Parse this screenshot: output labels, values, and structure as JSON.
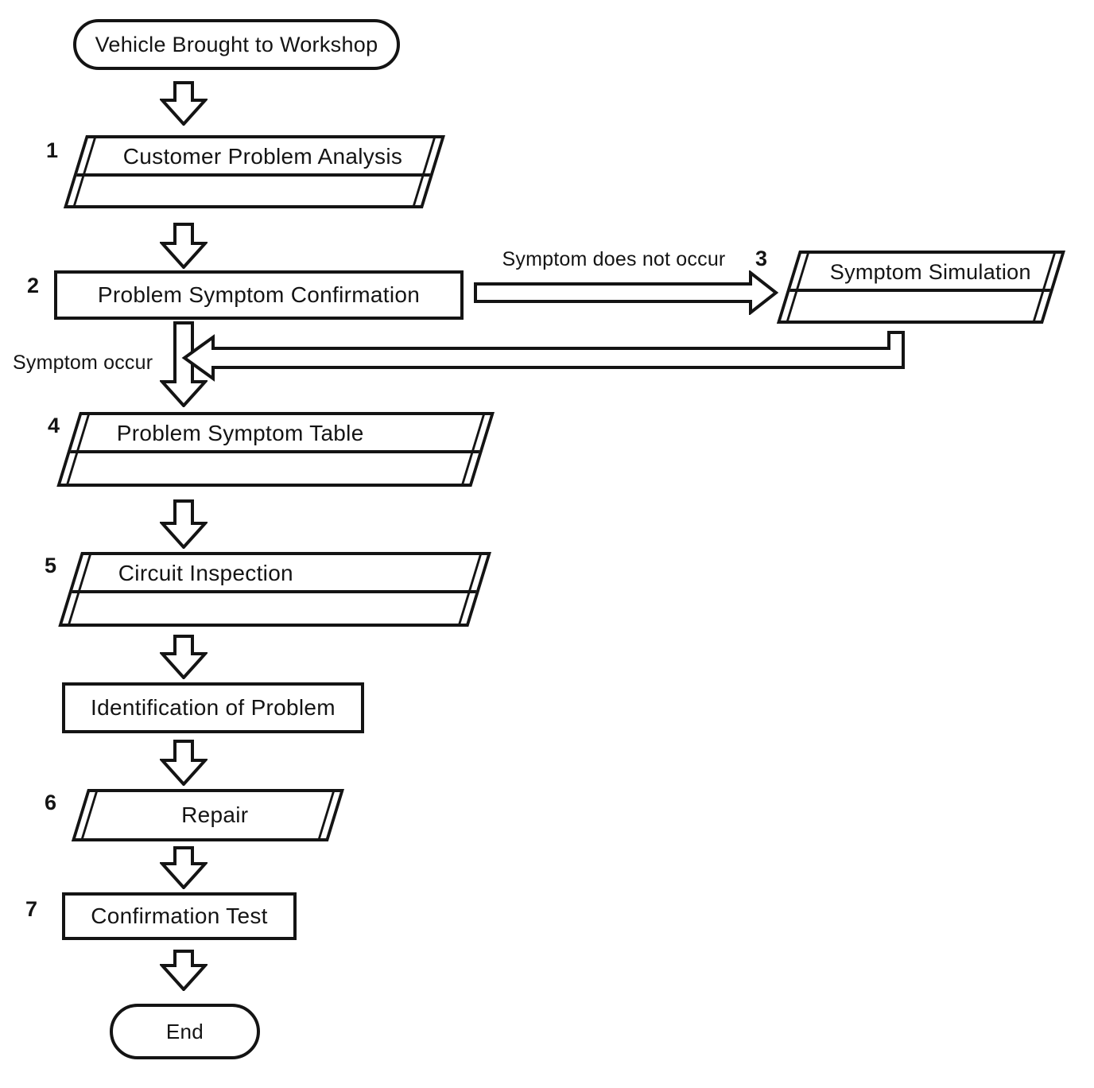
{
  "diagram": {
    "background_color": "#ffffff",
    "line_color": "#141414",
    "nodes": {
      "start": {
        "type": "terminator",
        "label": "Vehicle Brought to Workshop"
      },
      "customer_problem_analysis": {
        "type": "data-table",
        "number": "1",
        "label": "Customer Problem Analysis"
      },
      "problem_symptom_confirmation": {
        "type": "process",
        "number": "2",
        "label": "Problem Symptom Confirmation"
      },
      "symptom_simulation": {
        "type": "data-table",
        "number": "3",
        "label": "Symptom Simulation"
      },
      "problem_symptom_table": {
        "type": "data-table",
        "number": "4",
        "label": "Problem Symptom Table"
      },
      "circuit_inspection": {
        "type": "data-table",
        "number": "5",
        "label": "Circuit Inspection"
      },
      "identification_of_problem": {
        "type": "process",
        "label": "Identification of Problem"
      },
      "repair": {
        "type": "data",
        "number": "6",
        "label": "Repair"
      },
      "confirmation_test": {
        "type": "process",
        "number": "7",
        "label": "Confirmation Test"
      },
      "end": {
        "type": "terminator",
        "label": "End"
      }
    },
    "edge_labels": {
      "symptom_does_not_occur": "Symptom does not occur",
      "symptom_occur": "Symptom occur"
    }
  }
}
